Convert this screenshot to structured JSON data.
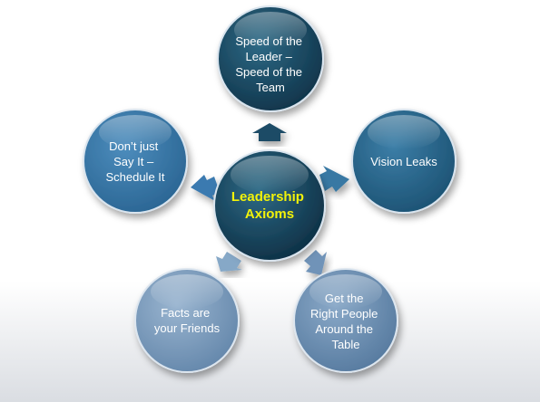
{
  "diagram": {
    "center": {
      "lines": [
        "Leadership",
        "Axioms"
      ],
      "text_color": "#f2f20a",
      "fill_light": "#2e6a86",
      "fill_dark": "#0d2f44"
    },
    "nodes": [
      {
        "id": "speed",
        "lines": [
          "Speed of the",
          "Leader –",
          "Speed of the",
          "Team"
        ],
        "fill_light": "#2e6a86",
        "fill_dark": "#0f3349"
      },
      {
        "id": "vision",
        "lines": [
          "Vision Leaks"
        ],
        "fill_light": "#3c7ea7",
        "fill_dark": "#1c5273"
      },
      {
        "id": "right-people",
        "lines": [
          "Get the",
          "Right People",
          "Around the",
          "Table"
        ],
        "fill_light": "#7f9fbf",
        "fill_dark": "#567a9f"
      },
      {
        "id": "facts",
        "lines": [
          "Facts are",
          "your Friends"
        ],
        "fill_light": "#8eabc9",
        "fill_dark": "#6487ab"
      },
      {
        "id": "schedule",
        "lines": [
          "Don’t just",
          "Say It –",
          "Schedule It"
        ],
        "fill_light": "#4d8dbd",
        "fill_dark": "#2d6a99"
      }
    ],
    "arrow_colors": {
      "speed": "#1e4b66",
      "vision": "#3778a3",
      "right-people": "#6f93b8",
      "facts": "#86a8c7",
      "schedule": "#3a7ab0"
    }
  }
}
